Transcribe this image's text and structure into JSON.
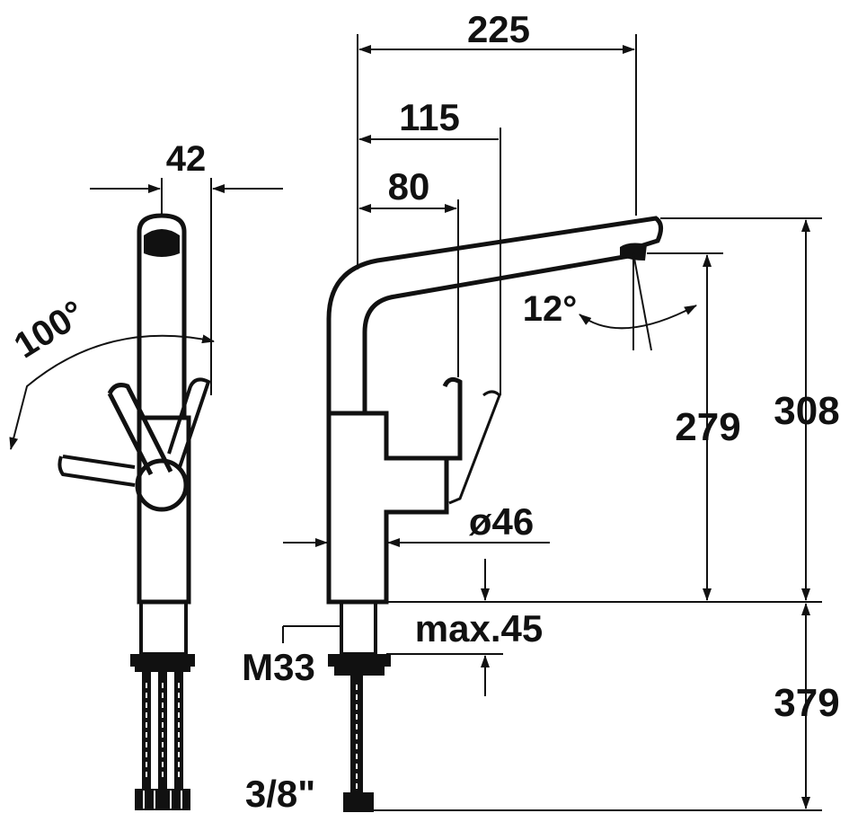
{
  "labels": {
    "width_total": "225",
    "reach_115": "115",
    "reach_80": "80",
    "width_42": "42",
    "angle_100": "100°",
    "angle_12": "12°",
    "height_279": "279",
    "height_308": "308",
    "diameter": "ø46",
    "max_thickness": "max.45",
    "thread": "M33",
    "hose_length": "379",
    "connection": "3/8\""
  },
  "colors": {
    "line": "#111111",
    "background": "#ffffff"
  }
}
